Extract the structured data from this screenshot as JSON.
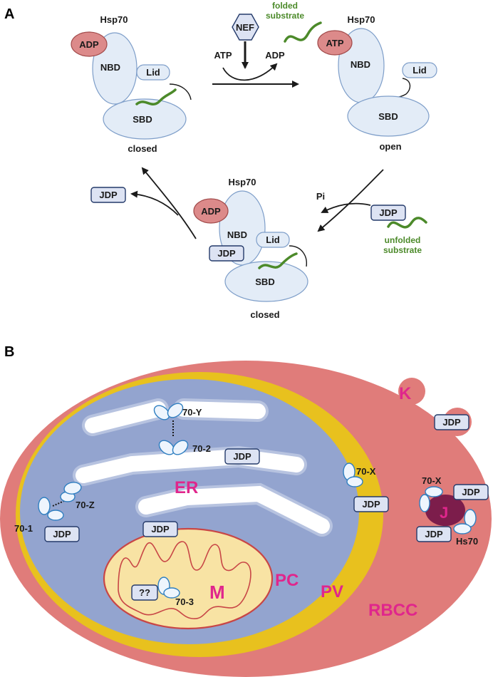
{
  "panels": {
    "a": "A",
    "b": "B"
  },
  "hsp70": "Hsp70",
  "domains": {
    "nbd": "NBD",
    "sbd": "SBD",
    "lid": "Lid",
    "adp": "ADP",
    "atp": "ATP",
    "jdp": "JDP",
    "nef": "NEF"
  },
  "states": {
    "closed": "closed",
    "open": "open"
  },
  "cycle": {
    "atp": "ATP",
    "adp": "ADP",
    "pi": "Pi",
    "folded_1": "folded",
    "folded_2": "substrate",
    "unfolded_1": "unfolded",
    "unfolded_2": "substrate"
  },
  "compartments": {
    "k": "K",
    "rbcc": "RBCC",
    "pv": "PV",
    "pc": "PC",
    "er": "ER",
    "m": "M",
    "j": "J"
  },
  "chaperones": {
    "y": "70-Y",
    "two": "70-2",
    "x_pv": "70-X",
    "x_j": "70-X",
    "z": "70-Z",
    "one": "70-1",
    "three": "70-3",
    "hs70": "Hs70",
    "unknown": "??"
  },
  "colors": {
    "rbcc": "#e07c7a",
    "pv": "#e8c11e",
    "pc": "#93a4cf",
    "mito": "#f8e3a4",
    "j_dot": "#7c1d4b",
    "magenta_text": "#e0268c",
    "substrate": "#4c8a2a",
    "adp_atp": "#dc8a8a"
  }
}
